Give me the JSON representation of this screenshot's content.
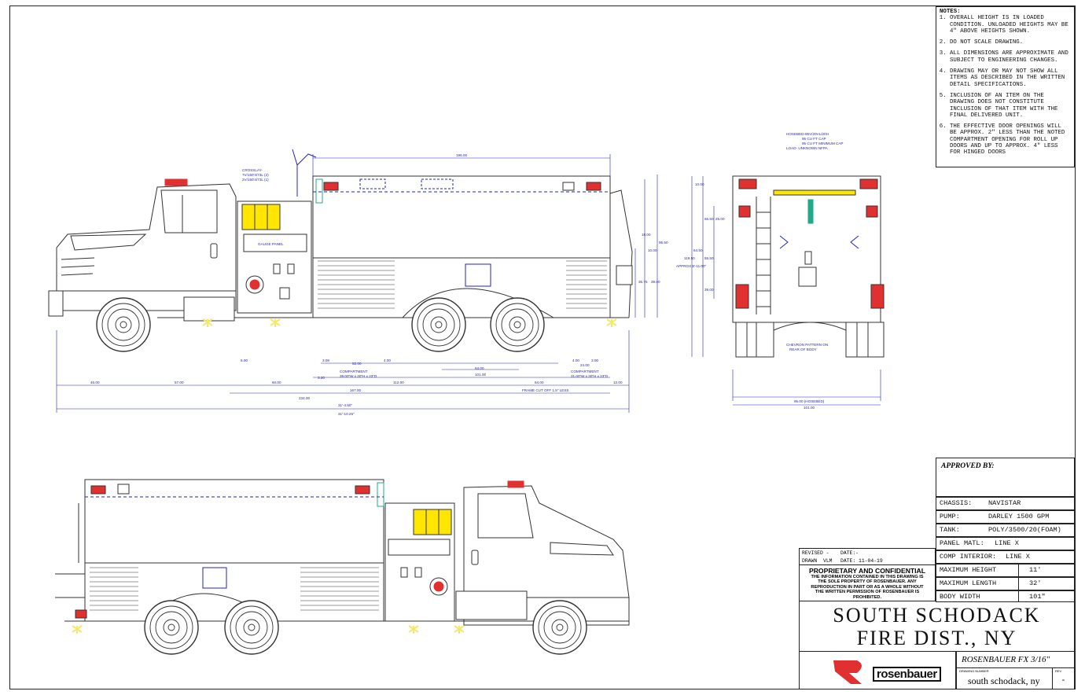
{
  "notes": {
    "header": "NOTES:",
    "items": [
      "OVERALL HEIGHT IS IN LOADED CONDITION. UNLOADED HEIGHTS MAY BE 4\" ABOVE HEIGHTS SHOWN.",
      "DO NOT SCALE DRAWING.",
      "ALL DIMENSIONS ARE APPROXIMATE AND SUBJECT TO ENGINEERING CHANGES.",
      "DRAWING MAY OR MAY NOT SHOW ALL ITEMS AS DESCRIBED IN THE WRITTEN DETAIL SPECIFICATIONS.",
      "INCLUSION OF AN ITEM ON THE DRAWING DOES NOT CONSTITUTE INCLUSION OF THAT ITEM WITH THE FINAL DELIVERED UNIT.",
      "THE EFFECTIVE DOOR OPENINGS WILL BE APPROX. 2\" LESS THAN THE NOTED COMPARTMENT OPENING FOR ROLL UP DOORS AND UP TO APPROX. 4\" LESS FOR HINGED DOORS"
    ]
  },
  "title_block": {
    "approved_by": "APPROVED BY:",
    "chassis_label": "CHASSIS:",
    "chassis": "NAVISTAR",
    "pump_label": "PUMP:",
    "pump": "DARLEY 1500 GPM",
    "tank_label": "TANK:",
    "tank": "POLY/3500/20(FOAM)",
    "panel_label": "PANEL MATL:",
    "panel": "LINE X",
    "comp_label": "COMP INTERIOR:",
    "comp": "LINE X",
    "max_height_label": "MAXIMUM HEIGHT",
    "max_height": "11'",
    "max_length_label": "MAXIMUM LENGTH",
    "max_length": "32'",
    "body_width_label": "BODY WIDTH",
    "body_width": "101\"",
    "revised_label": "REVISED -",
    "date_label": "DATE:-",
    "drawn_label": "DRAWN",
    "drawn_by": "VLM",
    "drawn_date": "DATE: 11-04-19",
    "proprietary_title": "PROPRIETARY AND CONFIDENTIAL",
    "proprietary_body": "THE INFORMATION CONTAINED IN THIS DRAWING IS THE SOLE PROPERTY OF ROSENBAUER. ANY REPRODUCTION IN PART OR AS A WHOLE WITHOUT THE WRITTEN PERMISSION OF ROSENBAUER IS PROHIBITED.",
    "customer_line1": "SOUTH SCHODACK",
    "customer_line2": "FIRE DIST., NY",
    "model": "ROSENBAUER FX 3/16\"",
    "logo_word": "rosenbauer",
    "drawing_number_caption": "DRAWING NUMBER",
    "drawing_number": "south schodack, ny",
    "rev_caption": "REV",
    "rev": "-"
  },
  "labels": {
    "gauge_panel": "GAUGE PANEL",
    "crosslay": "CROSSLAY-",
    "crosslay_1": "7V/150'4/73L (2)",
    "crosslay_2": "2V/150'4/73L (1)",
    "hosebed": "HOSEBED-",
    "hosebed_1": "95V/20VL/20H",
    "hosebed_2": "95 CU FT CAP",
    "hosebed_3": "95 CU FT MINIMUM CAP",
    "hosebed_4": "LOAD- UNKNOWN NFPA",
    "chevron": "CHEVRON PATTERN ON",
    "chevron_2": "REAR OF BODY",
    "frame_cut": "FRAME CUT OFF 1.5\" LESS",
    "compartment_left": "COMPARTMENT",
    "compartment_left_dim": "39.00\"W x 30\"H x 23\"D",
    "compartment_right": "COMPARTMENT",
    "compartment_right_dim": "31.00\"W x 30\"H x 23\"D",
    "approx": "APPROX 8'-11.00\""
  },
  "dimensions": {
    "d196": "196.00",
    "d46": "46.00",
    "d57": "57.00",
    "d60": "60.00",
    "d167": "167.00",
    "d112": "112.00",
    "d84": "84.00",
    "d12": "12.00",
    "d234": "234.00",
    "d31a": "31'-4.50\"",
    "d31b": "31'-10.25\"",
    "d6": "6.00",
    "d309": "3.09",
    "d320": "3.20",
    "d52": "52.00",
    "d4a": "4.00",
    "d54": "54.00",
    "d101": "101.00",
    "d24": "24.00",
    "d4b": "4.00",
    "d3": "3.00",
    "d95": "95.00 (HOSEBED)",
    "d101b": "101.00",
    "v65": "65.50",
    "v55": "55.50",
    "v39": "39.00",
    "v64": "64.50",
    "v119": "119.50",
    "v18": "18.00",
    "v10": "10.00",
    "v35": "35.75",
    "v39b": "39.00",
    "v95": "95.50",
    "v25": "25.00",
    "v10b": "10.00"
  },
  "colors": {
    "line": "#333333",
    "dim": "#2323c8",
    "amber": "#ffe600",
    "red": "#e03030",
    "light": "#f3e86a"
  }
}
